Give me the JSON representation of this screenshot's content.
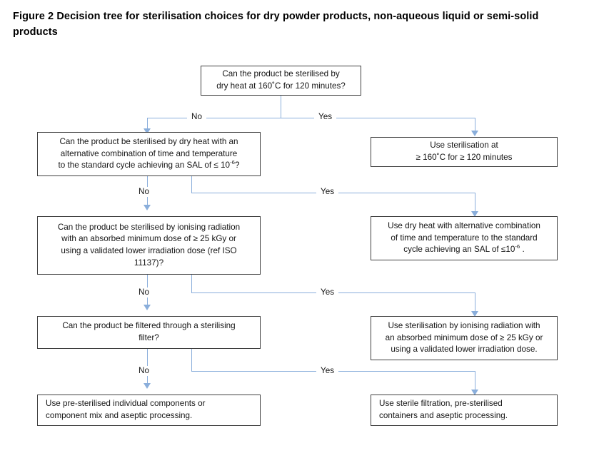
{
  "figure": {
    "title": "Figure 2 Decision tree for sterilisation choices for dry powder products, non-aqueous liquid or semi-solid products"
  },
  "colors": {
    "connector": "#8aaedb",
    "box_border": "#3f3f3f",
    "text": "#151515",
    "background": "#ffffff"
  },
  "edge_labels": {
    "no": "No",
    "yes": "Yes"
  },
  "nodes": {
    "q1": {
      "id": "q1",
      "kind": "decision",
      "line1": "Can the product be sterilised by",
      "line2": "dry heat at 160˚C for 120 minutes?"
    },
    "q2": {
      "id": "q2",
      "kind": "decision",
      "line1": "Can the product be sterilised by dry heat with an",
      "line2": "alternative combination of time and temperature",
      "line3_pre": "to the standard cycle achieving an SAL of ≤ 10",
      "line3_sup": "-6",
      "line3_post": "?"
    },
    "q3": {
      "id": "q3",
      "kind": "decision",
      "line1": "Can the product be sterilised by ionising radiation",
      "line2": "with an absorbed minimum dose of ≥ 25 kGy or",
      "line3": "using a validated lower irradiation dose (ref ISO",
      "line4": "11137)?"
    },
    "q4": {
      "id": "q4",
      "kind": "decision",
      "line1": "Can the product be filtered through a sterilising",
      "line2": "filter?"
    },
    "a1": {
      "id": "a1",
      "kind": "outcome",
      "line1": "Use sterilisation at",
      "line2": "≥ 160˚C for ≥ 120 minutes"
    },
    "a2": {
      "id": "a2",
      "kind": "outcome",
      "line1": "Use dry heat with alternative combination",
      "line2": "of time and temperature to the standard",
      "line3_pre": "cycle achieving an SAL of ≤10",
      "line3_sup": "-6",
      "line3_post": " ."
    },
    "a3": {
      "id": "a3",
      "kind": "outcome",
      "line1": "Use sterilisation by ionising radiation with",
      "line2": "an absorbed minimum dose of ≥ 25 kGy or",
      "line3": "using a validated lower irradiation dose."
    },
    "a4": {
      "id": "a4",
      "kind": "outcome",
      "line1": "Use  sterile filtration, pre-sterilised",
      "line2": "containers and aseptic processing."
    },
    "a5": {
      "id": "a5",
      "kind": "outcome",
      "line1": "Use pre-sterilised individual components or",
      "line2": "component mix and aseptic processing."
    }
  }
}
